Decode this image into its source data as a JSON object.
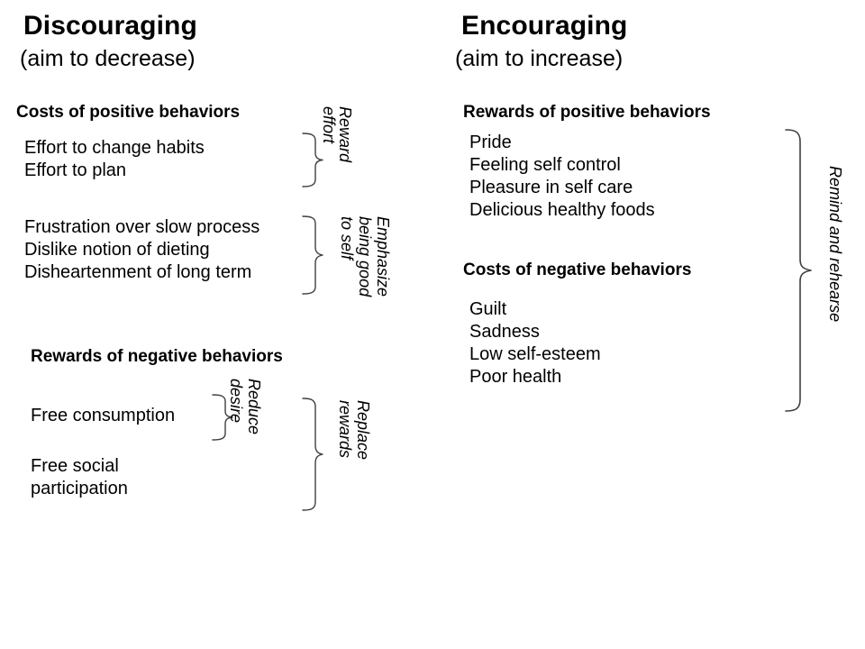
{
  "columns": {
    "left": {
      "title": "Discouraging",
      "subtitle": "(aim to decrease)",
      "sections": [
        {
          "heading": "Costs of positive behaviors",
          "groups": [
            {
              "items": [
                "Effort to change habits",
                "Effort to plan"
              ]
            },
            {
              "items": [
                "Frustration over slow process",
                "Dislike notion of dieting",
                "Disheartenment of long term"
              ]
            }
          ]
        },
        {
          "heading": "Rewards of negative behaviors",
          "groups": [
            {
              "items": [
                "Free consumption"
              ]
            },
            {
              "items": [
                "Free social",
                "participation"
              ]
            }
          ]
        }
      ]
    },
    "right": {
      "title": "Encouraging",
      "subtitle": "(aim to increase)",
      "sections": [
        {
          "heading": "Rewards of positive behaviors",
          "groups": [
            {
              "items": [
                "Pride",
                "Feeling self control",
                "Pleasure in self care",
                "Delicious healthy foods"
              ]
            }
          ]
        },
        {
          "heading": "Costs of negative behaviors",
          "groups": [
            {
              "items": [
                "Guilt",
                "Sadness",
                "Low self-esteem",
                "Poor health"
              ]
            }
          ]
        }
      ]
    }
  },
  "strategy_labels": {
    "reward_effort": {
      "line1": "Reward",
      "line2": "effort"
    },
    "emphasize_self": {
      "line1": "Emphasize",
      "line2": "being good",
      "line3": "to self"
    },
    "reduce_desire": {
      "line1": "Reduce",
      "line2": "desire"
    },
    "replace_rewards": {
      "line1": "Replace",
      "line2": "rewards"
    },
    "remind_rehearse": {
      "line1": "Remind and rehearse"
    }
  },
  "style": {
    "background": "#ffffff",
    "text_color": "#000000",
    "brace_color": "#3f3f3f"
  }
}
